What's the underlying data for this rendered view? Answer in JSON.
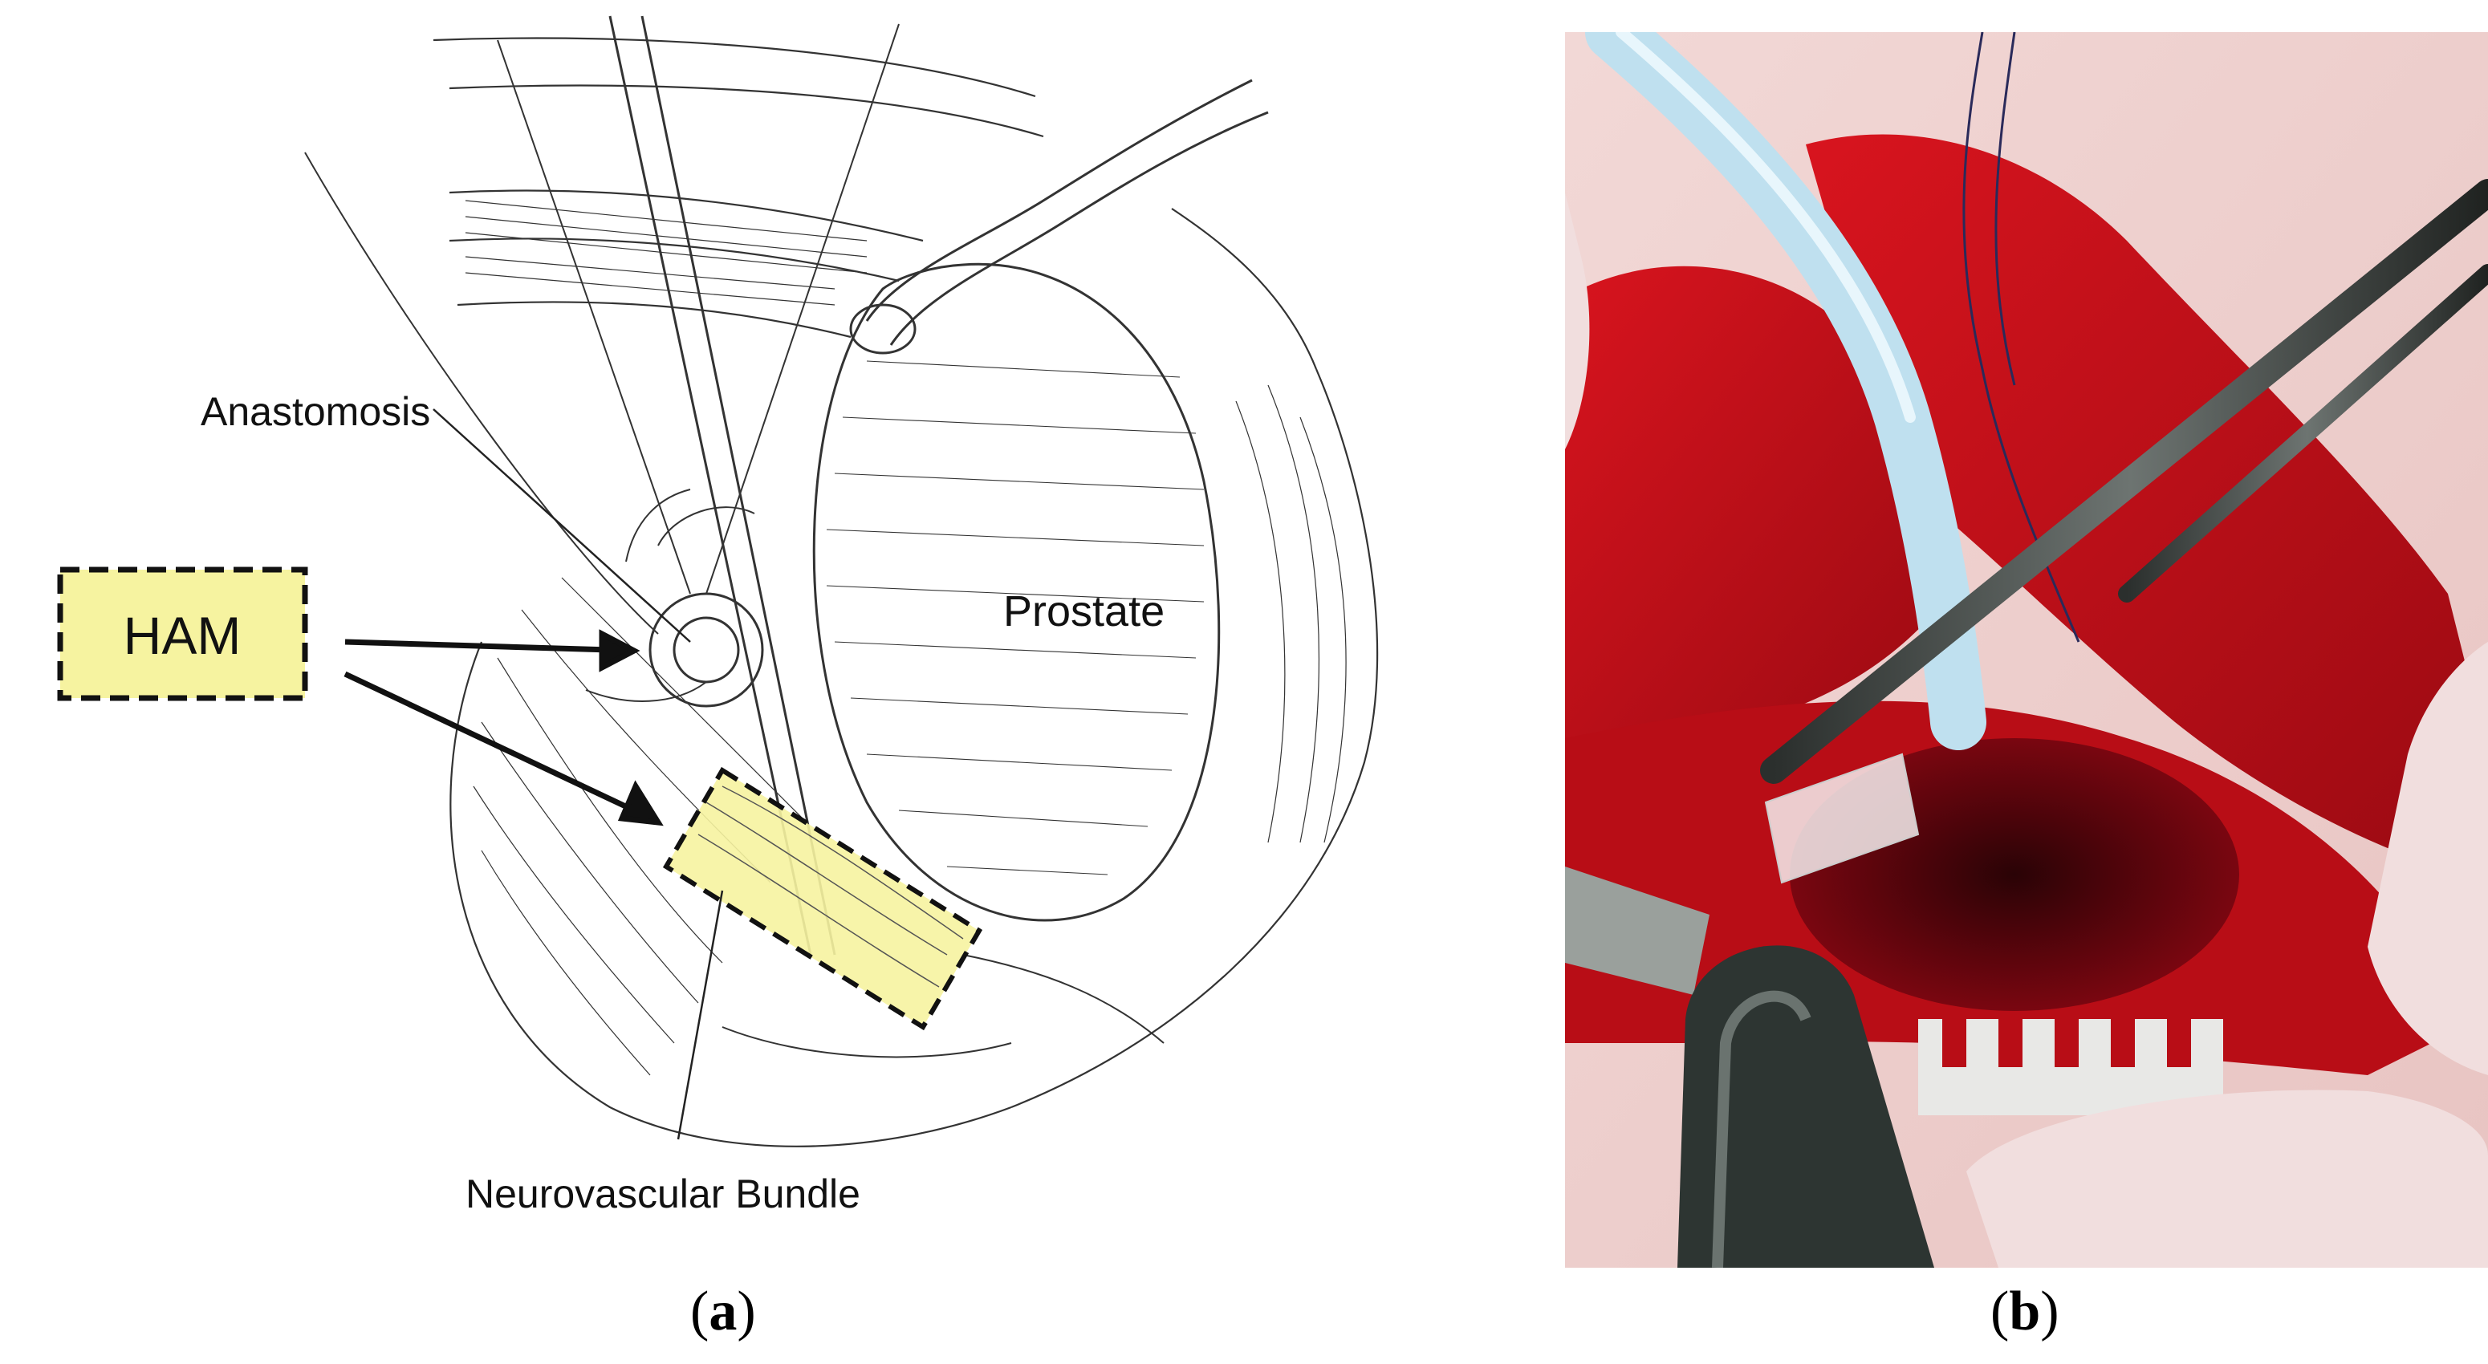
{
  "panel_a": {
    "labels": {
      "anastomosis": "Anastomosis",
      "ham": "HAM",
      "prostate": "Prostate",
      "neurovascular_bundle": "Neurovascular Bundle"
    },
    "colors": {
      "ham_highlight": "#f6f3a0",
      "line": "#222222"
    }
  },
  "panel_b": {
    "colors": {
      "tissue": "#c8101a",
      "catheter": "#bfe0ef",
      "glove": "#f1dede"
    }
  },
  "captions": {
    "a": "a",
    "b": "b"
  }
}
